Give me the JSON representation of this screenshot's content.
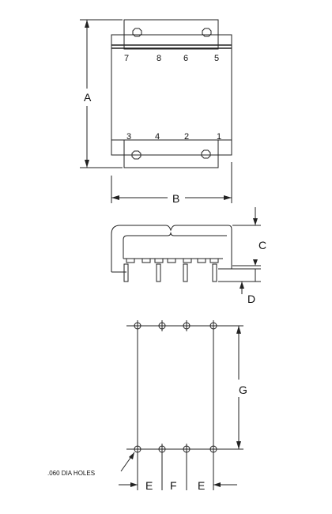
{
  "top_view": {
    "pins_top": [
      "7",
      "8",
      "6",
      "5"
    ],
    "pins_bottom": [
      "3",
      "4",
      "2",
      "1"
    ]
  },
  "dimensions": {
    "A": "A",
    "B": "B",
    "C": "C",
    "D": "D",
    "G": "G",
    "E_left": "E",
    "F": "F",
    "E_right": "E"
  },
  "footprint": {
    "holes_note": ".060 DIA HOLES"
  }
}
